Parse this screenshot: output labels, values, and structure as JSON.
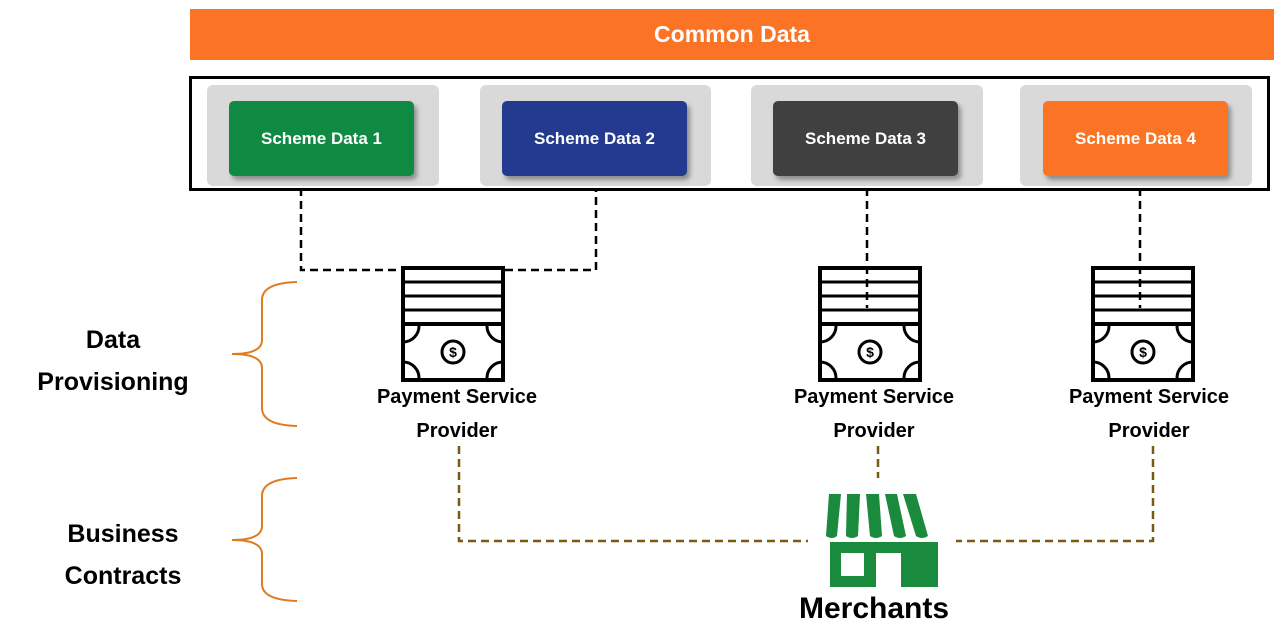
{
  "common_data": {
    "label": "Common Data"
  },
  "schemes": [
    {
      "label": "Scheme Data 1",
      "color": "#0f8a43"
    },
    {
      "label": "Scheme Data 2",
      "color": "#243a8e"
    },
    {
      "label": "Scheme Data 3",
      "color": "#404040"
    },
    {
      "label": "Scheme Data 4",
      "color": "#fb7426"
    }
  ],
  "psp": [
    {
      "line1": "Payment Service",
      "line2": "Provider"
    },
    {
      "line1": "Payment Service",
      "line2": "Provider"
    },
    {
      "line1": "Payment Service",
      "line2": "Provider"
    }
  ],
  "psp_icon_symbol": "$",
  "side_labels": {
    "data_provisioning": {
      "line1": "Data",
      "line2": "Provisioning"
    },
    "business_contracts": {
      "line1": "Business",
      "line2": "Contracts"
    }
  },
  "merchants": {
    "label": "Merchants",
    "color": "#1a8a3c"
  },
  "colors": {
    "accent_orange": "#fb7426",
    "brace_orange": "#e07b20",
    "contract_line": "#7a5a12"
  }
}
